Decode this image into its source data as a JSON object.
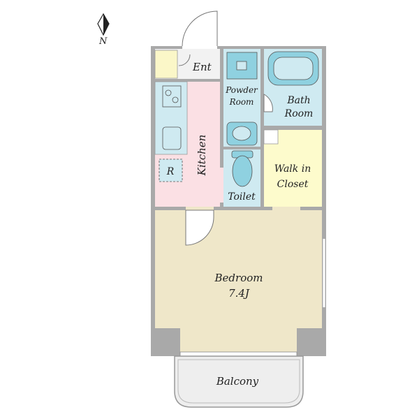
{
  "compass": {
    "label": "N",
    "icon": "north-arrow-icon"
  },
  "rooms": {
    "entrance": {
      "label": "Ent"
    },
    "kitchen": {
      "label": "Kitchen",
      "fridge_label": "R"
    },
    "powder_room": {
      "label_line1": "Powder",
      "label_line2": "Room"
    },
    "bath_room": {
      "label_line1": "Bath",
      "label_line2": "Room"
    },
    "toilet": {
      "label": "Toilet"
    },
    "walk_in_closet": {
      "label_line1": "Walk in",
      "label_line2": "Closet"
    },
    "bedroom": {
      "label": "Bedroom",
      "size": "7.4J"
    },
    "balcony": {
      "label": "Balcony"
    }
  },
  "colors": {
    "wall": "#a9a9a9",
    "kitchen": "#fbe0e4",
    "wet_area": "#cfeaf1",
    "closet": "#fdfbcc",
    "bedroom": "#efe7c9",
    "balcony": "#eeeeee",
    "entrance_floor": "#f2f2f2",
    "fixture": "#8fd1e0",
    "shoe_cabinet": "#fbf7c8"
  }
}
